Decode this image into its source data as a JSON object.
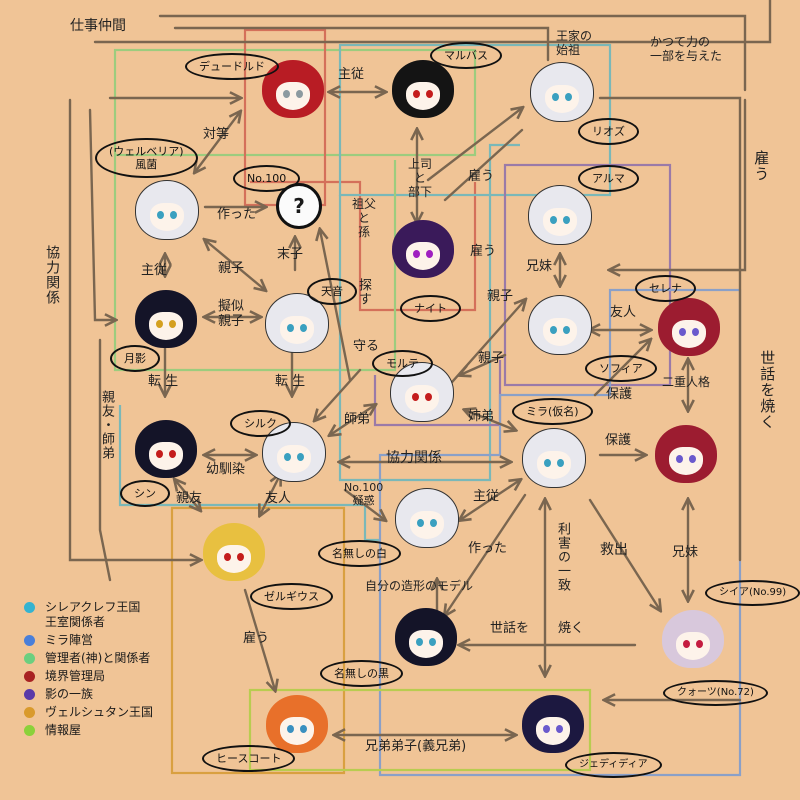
{
  "title": "相関図",
  "legend": [
    {
      "label": "シレアクレフ王国\n王室関係者",
      "color": "#35b3d0"
    },
    {
      "label": "ミラ陣営",
      "color": "#4a7fd9"
    },
    {
      "label": "管理者(神)と関係者",
      "color": "#6ccf7f"
    },
    {
      "label": "境界管理局",
      "color": "#a82222"
    },
    {
      "label": "影の一族",
      "color": "#5a3aa8"
    },
    {
      "label": "ヴェルシュタン王国",
      "color": "#d99a2c"
    },
    {
      "label": "情報屋",
      "color": "#8bd13a"
    }
  ],
  "group_colors": {
    "royal": "#7ab8b8",
    "mira": "#8aa0c8",
    "admin": "#9ccc7e",
    "border": "#d4705a",
    "shadow": "#9a7aa8",
    "velstan": "#d9a040",
    "info": "#b8cc50",
    "arrow": "#7a6650"
  },
  "characters": [
    {
      "id": "dudrudo",
      "name": "デュードルド",
      "hair": "#b81c24",
      "eyes": "#8c9aa0"
    },
    {
      "id": "marbas",
      "name": "マルバス",
      "hair": "#141414",
      "eyes": "#c41c1c"
    },
    {
      "id": "rioz",
      "name": "リオズ",
      "hair": "#f4f4f8",
      "eyes": "#3aa0c0"
    },
    {
      "id": "kazami",
      "name": "(ウェルベリア)\n風菌",
      "hair": "#f4f4f8",
      "eyes": "#3aa0c0"
    },
    {
      "id": "no100",
      "name": "No.100",
      "symbol": "?"
    },
    {
      "id": "naito",
      "name": "ナイト",
      "hair": "#3a1a5a",
      "eyes": "#a020c0"
    },
    {
      "id": "aruma",
      "name": "アルマ",
      "hair": "#f4f4f8",
      "eyes": "#3aa0c0"
    },
    {
      "id": "tsukikage",
      "name": "月影",
      "hair": "#141428",
      "eyes": "#d4a020"
    },
    {
      "id": "amane",
      "name": "天音",
      "hair": "#f4f4f8",
      "eyes": "#3aa0c0"
    },
    {
      "id": "sofia",
      "name": "ソフィア",
      "hair": "#f4f4f8",
      "eyes": "#3aa0c0"
    },
    {
      "id": "serena",
      "name": "セレナ",
      "hair": "#9c1c30",
      "eyes": "#6a5acd"
    },
    {
      "id": "morte",
      "name": "モルテ",
      "hair": "#f4f4f8",
      "eyes": "#c41c1c"
    },
    {
      "id": "shin",
      "name": "シン",
      "hair": "#141428",
      "eyes": "#c41c1c"
    },
    {
      "id": "shiruku",
      "name": "シルク",
      "hair": "#f4f4f8",
      "eyes": "#3aa0c0"
    },
    {
      "id": "mira",
      "name": "ミラ(仮名)",
      "hair": "#f4f4f8",
      "eyes": "#3aa0c0"
    },
    {
      "id": "shia",
      "name": "シイア(No.99)",
      "hair": "#9c1c30",
      "eyes": "#6a5acd"
    },
    {
      "id": "nanashi_shiro",
      "name": "名無しの白",
      "hair": "#f4f4f8",
      "eyes": "#3aa0c0"
    },
    {
      "id": "zergius",
      "name": "ゼルギウス",
      "hair": "#e8c040",
      "eyes": "#c41c1c"
    },
    {
      "id": "nanashi_kuro",
      "name": "名無しの黒",
      "hair": "#141428",
      "eyes": "#3aa0c0"
    },
    {
      "id": "quartz",
      "name": "クォーツ(No.72)",
      "hair": "#d8c8dc",
      "eyes": "#c41c40"
    },
    {
      "id": "heathcote",
      "name": "ヒースコート",
      "hair": "#e8702a",
      "eyes": "#3a90c0"
    },
    {
      "id": "jedidia",
      "name": "ジェディディア",
      "hair": "#1c1840",
      "eyes": "#6a5acd"
    }
  ],
  "relations": {
    "work_colleagues": "仕事仲間",
    "royal_founder": "王家の\n始祖",
    "gave_power": "かつて力の\n一部を与えた",
    "hire_right": "雇う",
    "master_servant_top": "主従",
    "equals": "対等",
    "boss_subordinate": "上司\nと\n部下",
    "hire_1": "雇う",
    "hire_2": "雇う",
    "made": "作った",
    "grandfather_grandchild": "祖父\nと\n孫",
    "search": "探す",
    "cooperation_left": "協力関係",
    "master_servant_left": "主従",
    "parent_child_diag": "親子",
    "youngest": "末子",
    "siblings_aruma": "兄妹",
    "parent_child_mid": "親子",
    "pseudo_parent_child": "擬似\n親子",
    "friend_sofia": "友人",
    "protect_morte": "守る",
    "parent_child_morte": "親子",
    "dual_personality": "二重人格",
    "care": "世話を焼く",
    "reincarnation_1": "転 生",
    "reincarnation_2": "転 生",
    "best_friend_disciple": "親友・師弟",
    "disciple": "師弟",
    "sister_brother": "姉弟",
    "protect_1": "保護",
    "protect_2": "保護",
    "childhood_friends": "幼馴染",
    "cooperation_mid": "協力関係",
    "no100_suspect": "No.100\n疑惑",
    "master_servant_mira": "主従",
    "best_friend": "親友",
    "friend": "友人",
    "made_2": "作った",
    "shared_interest": "利害の一致",
    "rescue": "救出",
    "siblings_quartz": "兄妹",
    "model": "自分の造形のモデル",
    "hire_3": "雇う",
    "care_2_a": "世話を",
    "care_2_b": "焼く",
    "brother_disciple": "兄弟弟子(義兄弟)"
  }
}
